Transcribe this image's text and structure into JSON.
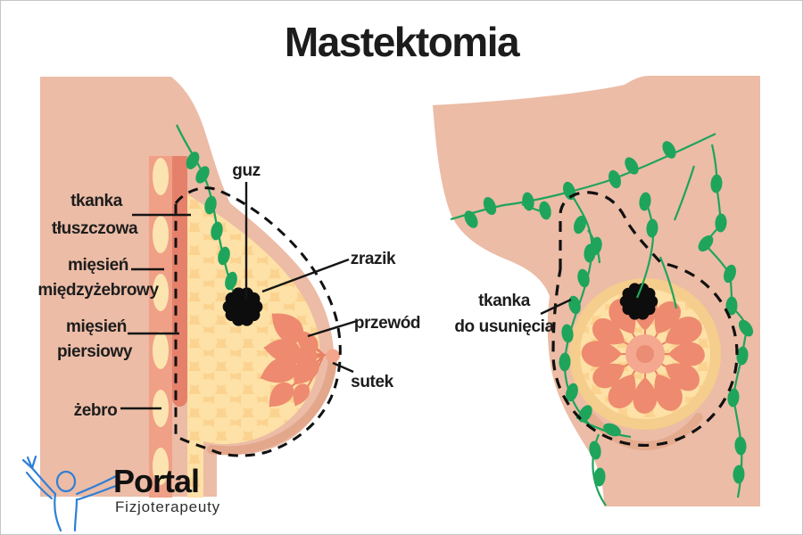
{
  "title": "Mastektomia",
  "logo": {
    "name": "Portal",
    "subtitle": "Fizjoterapeuty"
  },
  "left_diagram": {
    "labels": {
      "fat_tissue_1": "tkanka",
      "fat_tissue_2": "tłuszczowa",
      "intercostal_1": "mięsień",
      "intercostal_2": "międzyżebrowy",
      "pectoral_1": "mięsień",
      "pectoral_2": "piersiowy",
      "rib": "żebro",
      "tumor": "guz",
      "lobule": "zrazik",
      "duct": "przewód",
      "nipple": "sutek"
    }
  },
  "right_diagram": {
    "labels": {
      "tissue_to_remove_1": "tkanka",
      "tissue_to_remove_2": "do usunięcia"
    }
  },
  "colors": {
    "skin": "#ecbca6",
    "skin_shadow": "#e3a78c",
    "fat_base": "#fbd28f",
    "fat_bubble": "#fde1a6",
    "outer_breast_ring": "#f5cd8c",
    "rib_strip": "#f0a086",
    "rib_bone": "#fbe4b0",
    "muscle": "#e5816a",
    "lobule": "#ee8a6f",
    "duct": "#e97f63",
    "areola": "#f3a88f",
    "nipple": "#ea8d74",
    "lymph_green": "#1fa45c",
    "tumor_black": "#0d0d0d",
    "outline_dash": "#111111",
    "text": "#1d1d1d",
    "logo_blue": "#2f7fd6"
  },
  "icons": [
    "lymph-node-icon",
    "tumor-icon",
    "rib-icon",
    "lobule-icon",
    "logo-figure-icon"
  ]
}
